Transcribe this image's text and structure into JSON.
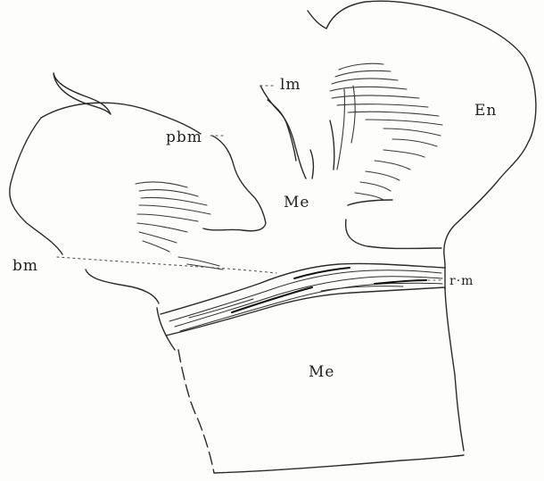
{
  "figure": {
    "labels": {
      "lm": "lm",
      "en": "En",
      "pbm": "pbm",
      "me_upper": "Me",
      "bm": "bm",
      "rm": "r·m",
      "me_lower": "Me"
    },
    "ink_color": "#2b2b2b",
    "paper_color": "#fdfdfc"
  }
}
